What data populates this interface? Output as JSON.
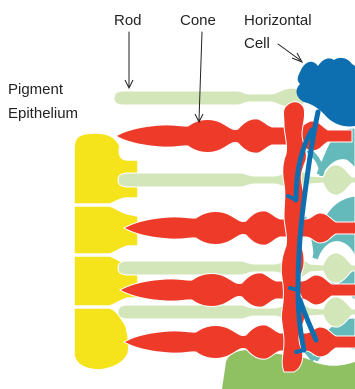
{
  "labels": {
    "rod": "Rod",
    "cone": "Cone",
    "horizontal_cell_line1": "Horizontal",
    "horizontal_cell_line2": "Cell",
    "pigment_epithelium_line1": "Pigment",
    "pigment_epithelium_line2": "Epithelium"
  },
  "colors": {
    "pigment_epithelium": "#f5e31c",
    "rod": "#d3e6b9",
    "cone": "#ee3a28",
    "horizontal_cell": "#0e6fb0",
    "bipolar_cells": "#64b9bb",
    "ganglion_layer": "#8fc163",
    "label_text": "#222222"
  }
}
